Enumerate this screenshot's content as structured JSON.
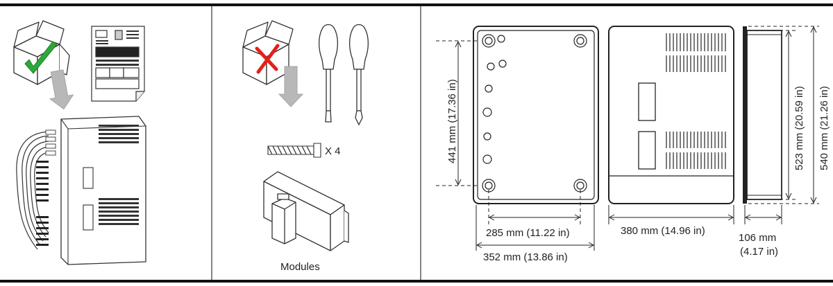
{
  "panel_install": {},
  "panel_tools": {
    "screw_count": "X 4",
    "modules_label": "Modules"
  },
  "panel_dimensions": {
    "front_width_inner": "285 mm (11.22 in)",
    "front_width_outer": "352 mm (13.86 in)",
    "front_height": "441 mm (17.36 in)",
    "cover_width": "380 mm (14.96 in)",
    "side_depth_mm": "106 mm",
    "side_depth_in": "(4.17 in)",
    "side_height_inner": "523 mm (20.59 in)",
    "side_height_outer": "540 mm (21.26 in)"
  },
  "colors": {
    "check": "#2fa83a",
    "cross": "#e32119",
    "arrow": "#b8b8b8",
    "line": "#222222"
  }
}
